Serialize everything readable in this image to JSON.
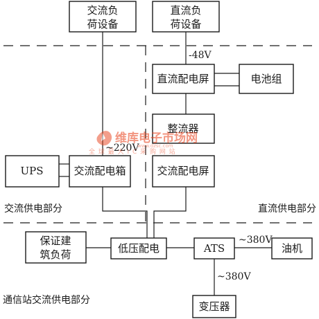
{
  "boxes": {
    "ac_load": [
      "交流负",
      "荷设备"
    ],
    "dc_load": [
      "直流负",
      "荷设备"
    ],
    "dc_panel": "直流配电屏",
    "battery": "电池组",
    "rectifier": "整流器",
    "ups": "UPS",
    "ac_dist_box": "交流配电箱",
    "ac_dist_panel": "交流配电屏",
    "building_load": [
      "保证建",
      "筑负荷"
    ],
    "lv_dist": "低压配电",
    "ats": "ATS",
    "generator": "油机",
    "transformer": "变压器"
  },
  "labels": {
    "dc_voltage": "-48V",
    "ac_voltage": "~220V",
    "gen_voltage": "~380V",
    "trans_voltage": "~380V"
  },
  "sections": {
    "ac_supply": "交流供电部分",
    "dc_supply": "直流供电部分",
    "station_ac": "通信站交流供电部分"
  },
  "watermark": {
    "main": "维库电子市场网",
    "sub": "全 球 最 大 I C 采 购 网 站",
    "url": "www.dzsc.com"
  },
  "colors": {
    "line": "#1a1a1a",
    "watermark": "#e8401a"
  }
}
